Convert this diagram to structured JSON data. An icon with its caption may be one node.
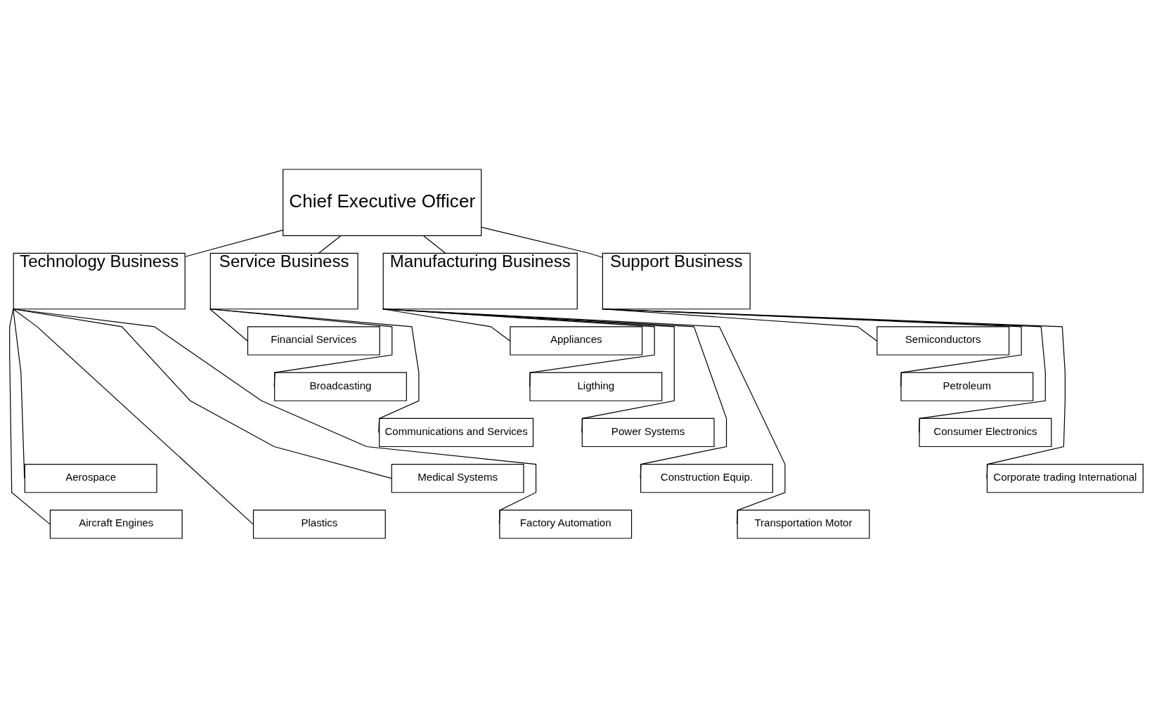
{
  "diagram": {
    "nodes": [
      {
        "text": [
          "Chief Executive Officer"
        ]
      },
      {
        "text": [
          "Technology Business"
        ]
      },
      {
        "text": [
          "Aircraft Engines"
        ]
      },
      {
        "text": [
          "Aerospace"
        ]
      },
      {
        "text": [
          "Plastics"
        ]
      },
      {
        "text": [
          "Medical Systems"
        ]
      },
      {
        "text": [
          "Factory Automation"
        ]
      },
      {
        "text": [
          "Service Business"
        ]
      },
      {
        "text": [
          "Financial Services"
        ]
      },
      {
        "text": [
          "Broadcasting"
        ]
      },
      {
        "text": [
          "Communications and Services"
        ]
      },
      {
        "text": [
          "Manufacturing Business"
        ]
      },
      {
        "text": [
          "Appliances"
        ]
      },
      {
        "text": [
          "Ligthing"
        ]
      },
      {
        "text": [
          "Power Systems"
        ]
      },
      {
        "text": [
          "Construction Equip."
        ]
      },
      {
        "text": [
          "Transportation Motor"
        ]
      },
      {
        "text": [
          "Support Business"
        ]
      },
      {
        "text": [
          "Semiconductors"
        ]
      },
      {
        "text": [
          "Petroleum"
        ]
      },
      {
        "text": [
          "Consumer Electronics"
        ]
      },
      {
        "text": [
          "Corporate trading International"
        ]
      }
    ],
    "edges": [
      {
        "from": 0,
        "to": 1,
        "arrow": "none"
      },
      {
        "from": 0,
        "to": 7,
        "arrow": "none"
      },
      {
        "from": 0,
        "to": 11,
        "arrow": "none"
      },
      {
        "from": 0,
        "to": 17,
        "arrow": "none"
      },
      {
        "from": 1,
        "to": 2,
        "arrow": "none"
      },
      {
        "from": 1,
        "to": 3,
        "arrow": "none"
      },
      {
        "from": 1,
        "to": 4,
        "arrow": "none"
      },
      {
        "from": 1,
        "to": 5,
        "arrow": "none"
      },
      {
        "from": 1,
        "to": 6,
        "arrow": "none"
      },
      {
        "from": 7,
        "to": 8,
        "arrow": "none"
      },
      {
        "from": 7,
        "to": 9,
        "arrow": "none"
      },
      {
        "from": 7,
        "to": 10,
        "arrow": "none"
      },
      {
        "from": 11,
        "to": 12,
        "arrow": "none"
      },
      {
        "from": 11,
        "to": 13,
        "arrow": "none"
      },
      {
        "from": 11,
        "to": 14,
        "arrow": "none"
      },
      {
        "from": 11,
        "to": 15,
        "arrow": "none"
      },
      {
        "from": 11,
        "to": 16,
        "arrow": "none"
      },
      {
        "from": 17,
        "to": 18,
        "arrow": "none"
      },
      {
        "from": 17,
        "to": 19,
        "arrow": "none"
      },
      {
        "from": 17,
        "to": 20,
        "arrow": "none"
      },
      {
        "from": 17,
        "to": 21,
        "arrow": "none"
      }
    ]
  }
}
